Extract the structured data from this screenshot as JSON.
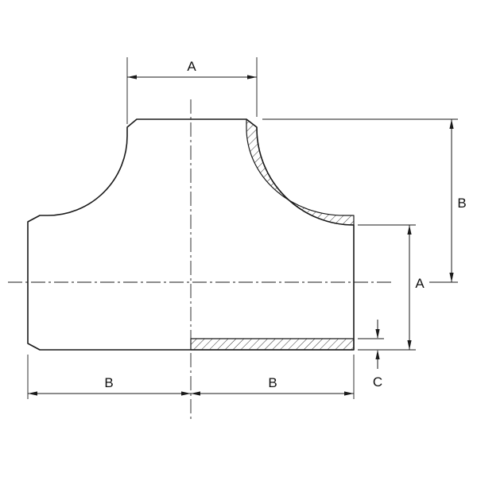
{
  "drawing": {
    "type": "technical-drawing",
    "subject": "butt-weld pipe tee fitting, half-section elevation view",
    "dimensions": {
      "branch_width_label": "A",
      "branch_height_label": "B",
      "run_od_label": "A",
      "wall_thickness_label": "C",
      "run_left_half_label": "B",
      "run_right_half_label": "B"
    },
    "colors": {
      "ink": "#1a1a1a",
      "background": "#ffffff"
    }
  }
}
